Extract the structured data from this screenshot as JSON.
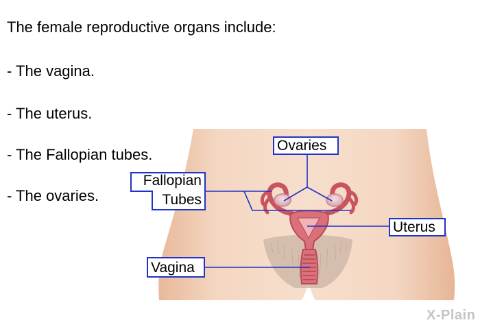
{
  "text": {
    "intro": "The female reproductive organs include:",
    "bullets": [
      "- The vagina.",
      "- The uterus.",
      "- The Fallopian tubes.",
      "- The ovaries."
    ]
  },
  "labels": {
    "ovaries": "Ovaries",
    "fallopian_line1": "Fallopian",
    "fallopian_line2": "Tubes",
    "uterus": "Uterus",
    "vagina": "Vagina"
  },
  "watermark": "X-Plain",
  "colors": {
    "label_border": "#1e33c8",
    "leader_line": "#1e33c8",
    "skin": "#f2d3bd",
    "organ": "#d9707a",
    "organ_dark": "#b84a55"
  }
}
